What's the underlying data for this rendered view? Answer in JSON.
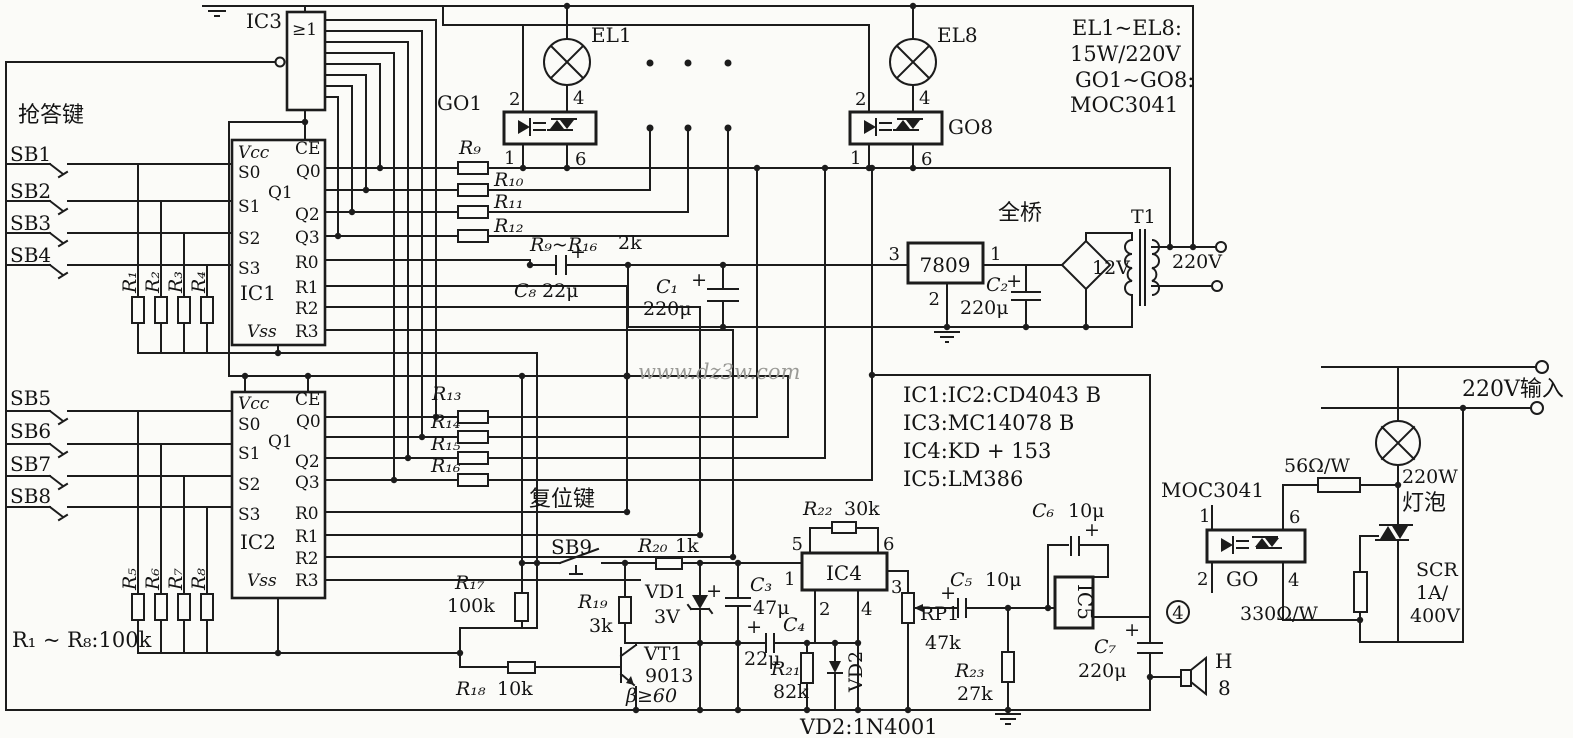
{
  "colors": {
    "ink": "#1c1c1c",
    "paper": "#fbfbf8",
    "watermark": "#9a9a96"
  },
  "t": {
    "qaKey": "抢答键",
    "resetKey": "复位键",
    "fullBridge": "全桥",
    "bulbCn": "灯泡",
    "acIn": "220V输入",
    "sb1": "SB1",
    "sb2": "SB2",
    "sb3": "SB3",
    "sb4": "SB4",
    "sb5": "SB5",
    "sb6": "SB6",
    "sb7": "SB7",
    "sb8": "SB8",
    "sb9": "SB9",
    "r1": "R₁",
    "r2": "R₂",
    "r3": "R₃",
    "r4": "R₄",
    "r5": "R₅",
    "r6": "R₆",
    "r7": "R₇",
    "r8": "R₈",
    "r1to8": "R₁ ~ R₈:100k",
    "ic1": "IC1",
    "ic2": "IC2",
    "ic3": "IC3",
    "ic4": "IC4",
    "ic5": "IC5",
    "gate": "≥1",
    "vcc": "Vcc",
    "vss": "Vss",
    "ce": "CE",
    "s0": "S0",
    "s1": "S1",
    "s2": "S2",
    "s3": "S3",
    "q0": "Q0",
    "q1": "Q1",
    "q2": "Q2",
    "q3": "Q3",
    "rr0": "R0",
    "rr1": "R1",
    "rr2": "R2",
    "rr3": "R3",
    "go1": "GO1",
    "go8": "GO8",
    "go": "GO",
    "el1": "EL1",
    "el8": "EL8",
    "p1": "1",
    "p2": "2",
    "p3": "3",
    "p4": "4",
    "p5": "5",
    "p6": "6",
    "r9": "R₉",
    "r10": "R₁₀",
    "r11": "R₁₁",
    "r12": "R₁₂",
    "r13": "R₁₃",
    "r14": "R₁₄",
    "r15": "R₁₅",
    "r16": "R₁₆",
    "r9to16": "R₉~R₁₆",
    "r9to16v": "2k",
    "c8": "C₈",
    "c8v": "22μ",
    "c1": "C₁",
    "c1v": "220μ",
    "c2": "C₂",
    "c2v": "220μ",
    "plus": "+",
    "reg": "7809",
    "v12": "12V",
    "t1": "T1",
    "v220": "220V",
    "note1": "EL1~EL8:",
    "note2": "15W/220V",
    "note3": "GO1~GO8:",
    "note4": "MOC3041",
    "list1": "IC1:IC2:CD4043 B",
    "list2": "IC3:MC14078 B",
    "list3": "IC4:KD + 153",
    "list4": "IC5:LM386",
    "watermark": "www.dz3w.com",
    "r17": "R₁₇",
    "r17v": "100k",
    "r18": "R₁₈",
    "r18v": "10k",
    "r19": "R₁₉",
    "r19v": "3k",
    "r20": "R₂₀",
    "r20v": "1k",
    "r21": "R₂₁",
    "r21v": "82k",
    "r22": "R₂₂",
    "r22v": "30k",
    "r23": "R₂₃",
    "r23v": "27k",
    "vd1": "VD1",
    "vd1v": "3V",
    "vt1": "VT1",
    "vt1v": "9013",
    "beta": "β≥60",
    "vd2": "VD2",
    "vd2note": "VD2:1N4001",
    "c3": "C₃",
    "c3v": "47μ",
    "c4": "C₄",
    "c4v": "22μ",
    "c5": "C₅",
    "c5v": "10μ",
    "c6": "C₆",
    "c6v": "10μ",
    "c7": "C₇",
    "c7v": "220μ",
    "rp1": "RP1",
    "rp1v": "47k",
    "moc": "MOC3041",
    "r56": "56Ω/W",
    "r330": "330Ω/W",
    "bulbW": "220W",
    "scr1": "SCR",
    "scr2": "1A/",
    "scr3": "400V",
    "circ4": "4",
    "hName": "H",
    "hVal": "8"
  }
}
